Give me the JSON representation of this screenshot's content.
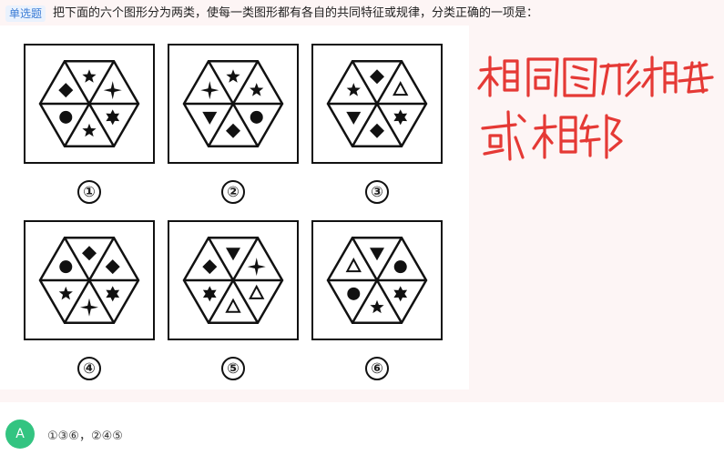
{
  "question": {
    "tag": "单选题",
    "text": "把下面的六个图形分为两类，使每一类图形都有各自的共同特征或规律，分类正确的一项是："
  },
  "figures": [
    {
      "label": "①",
      "shapes": [
        "star5",
        "star4",
        "star6",
        "star5",
        "circle",
        "diamond"
      ]
    },
    {
      "label": "②",
      "shapes": [
        "star5",
        "star5",
        "circle",
        "diamond",
        "triangle-down",
        "star4"
      ]
    },
    {
      "label": "③",
      "shapes": [
        "diamond",
        "triangle-up-outline",
        "star6",
        "diamond",
        "triangle-down",
        "star5"
      ]
    },
    {
      "label": "④",
      "shapes": [
        "diamond",
        "diamond",
        "star6",
        "star4",
        "star5",
        "circle"
      ]
    },
    {
      "label": "⑤",
      "shapes": [
        "triangle-down",
        "star4",
        "triangle-up-outline",
        "triangle-up-outline",
        "star6",
        "diamond"
      ]
    },
    {
      "label": "⑥",
      "shapes": [
        "triangle-down",
        "circle",
        "star6",
        "star5",
        "circle",
        "triangle-up-outline"
      ]
    }
  ],
  "annotation": {
    "text": "相同图形相对 或相邻",
    "color": "#e53935"
  },
  "answer": {
    "letter": "A",
    "text": "①③⑥，②④⑤"
  }
}
